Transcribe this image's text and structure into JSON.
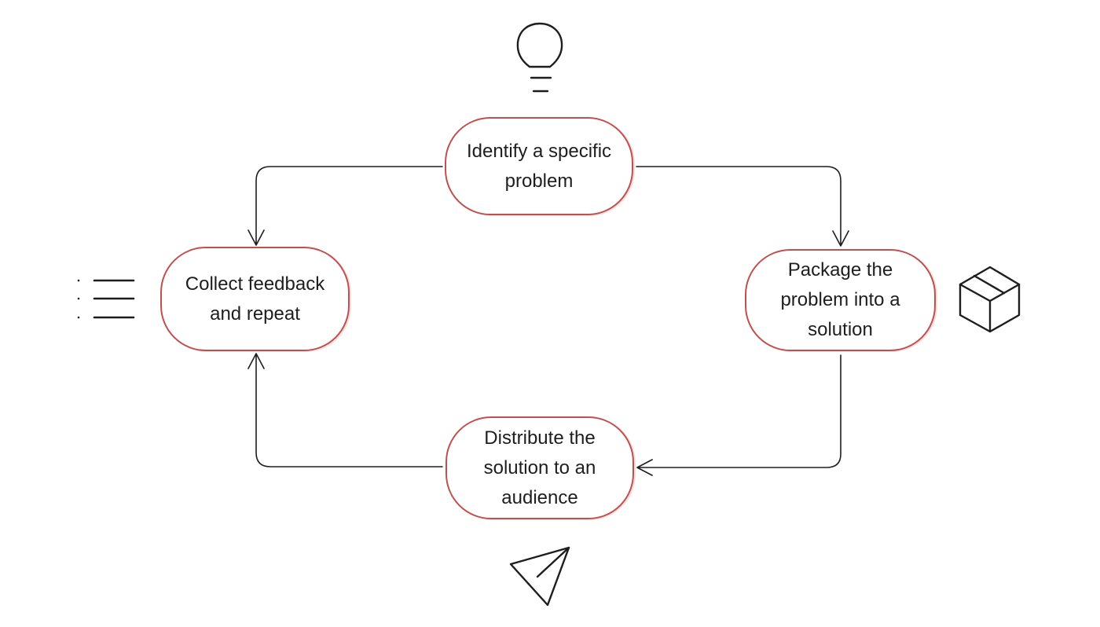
{
  "diagram": {
    "nodes": {
      "identify": "Identify a specific\nproblem",
      "package": "Package the\nproblem into a\nsolution",
      "distribute": "Distribute the\nsolution to an\naudience",
      "collect": "Collect feedback\nand repeat"
    },
    "icons": {
      "identify": "lightbulb-icon",
      "package": "box-icon",
      "distribute": "paper-plane-icon",
      "collect": "list-icon"
    },
    "colors": {
      "node_border": "#c0504d",
      "stroke": "#1e1e1e",
      "text": "#1e1e1e",
      "background": "#ffffff"
    }
  }
}
